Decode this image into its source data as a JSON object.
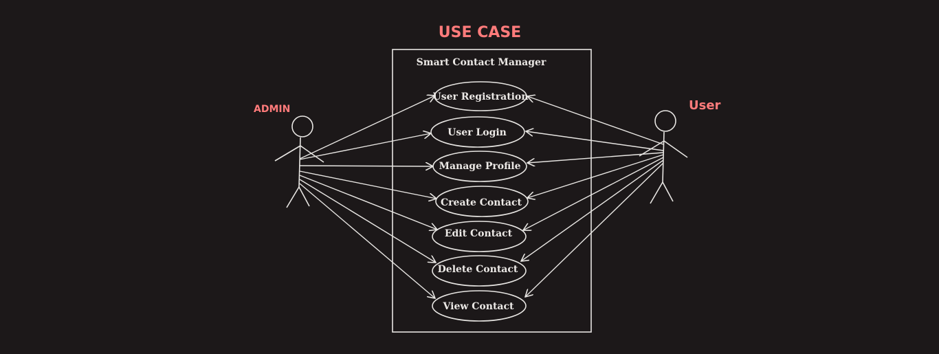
{
  "diagram": {
    "title": "USE CASE",
    "system_name": "Smart Contact Manager",
    "actors": {
      "admin": {
        "label": "ADMIN"
      },
      "user": {
        "label": "User"
      }
    },
    "use_cases": [
      {
        "id": "registration",
        "label": "User Registration"
      },
      {
        "id": "login",
        "label": "User Login"
      },
      {
        "id": "profile",
        "label": "Manage Profile"
      },
      {
        "id": "create",
        "label": "Create Contact"
      },
      {
        "id": "edit",
        "label": "Edit Contact"
      },
      {
        "id": "delete",
        "label": "Delete Contact"
      },
      {
        "id": "view",
        "label": "View Contact"
      }
    ],
    "colors": {
      "background": "#1c1819",
      "stroke": "#e8e6e3",
      "title": "#ff7b7b",
      "actor_label": "#ff7b7b",
      "text": "#ece9e6"
    }
  }
}
